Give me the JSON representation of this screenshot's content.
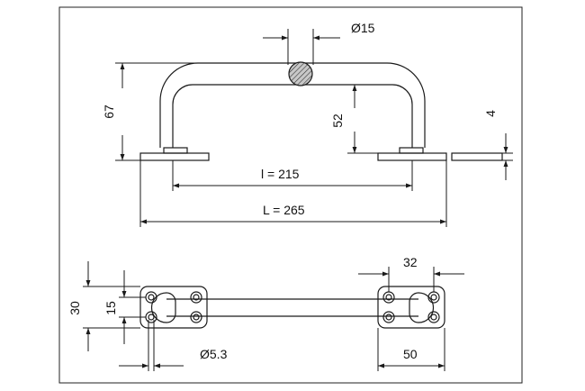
{
  "dimensions": {
    "diameter_tube": "Ø15",
    "height_total": "67",
    "height_inner": "52",
    "plate_thickness": "4",
    "inner_length": "l = 215",
    "total_length": "L = 265",
    "hole_spacing_horizontal": "32",
    "plate_height": "30",
    "hole_spacing_vertical": "15",
    "hole_diameter": "Ø5.3",
    "plate_width": "50"
  },
  "colors": {
    "line": "#1a1a1a",
    "hatch_fill": "#c8c8c8",
    "background": "#ffffff"
  }
}
